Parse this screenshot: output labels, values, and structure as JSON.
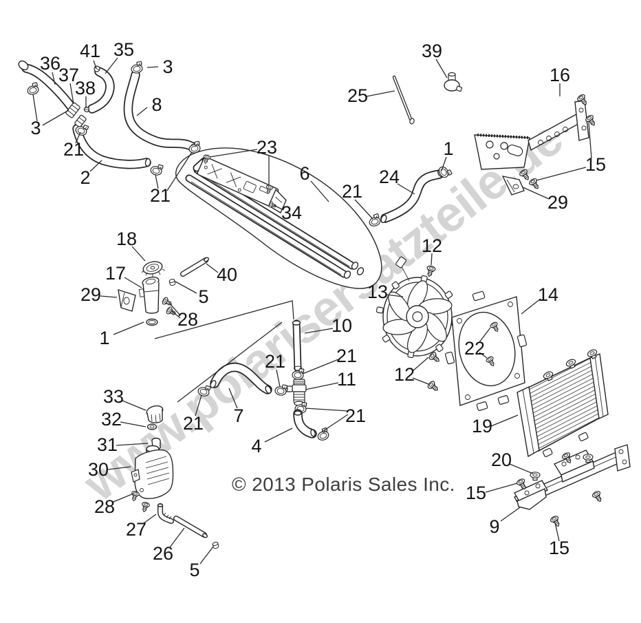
{
  "diagram": {
    "watermark_text": "www.polarisersatzteile.de",
    "copyright_text": "© 2013 Polaris Sales Inc.",
    "colors": {
      "line": "#262626",
      "watermark": "#adadad",
      "copyright": "#3d3d3d",
      "background": "#ffffff"
    }
  },
  "callouts": [
    "41",
    "35",
    "3",
    "36",
    "37",
    "38",
    "8",
    "3",
    "21",
    "2",
    "21",
    "23",
    "6",
    "34",
    "25",
    "39",
    "16",
    "1",
    "24",
    "21",
    "15",
    "29",
    "12",
    "13",
    "14",
    "18",
    "17",
    "40",
    "5",
    "29",
    "28",
    "1",
    "10",
    "22",
    "12",
    "21",
    "21",
    "11",
    "7",
    "21",
    "4",
    "21",
    "33",
    "32",
    "31",
    "30",
    "28",
    "27",
    "26",
    "5",
    "19",
    "20",
    "15",
    "9",
    "15"
  ]
}
